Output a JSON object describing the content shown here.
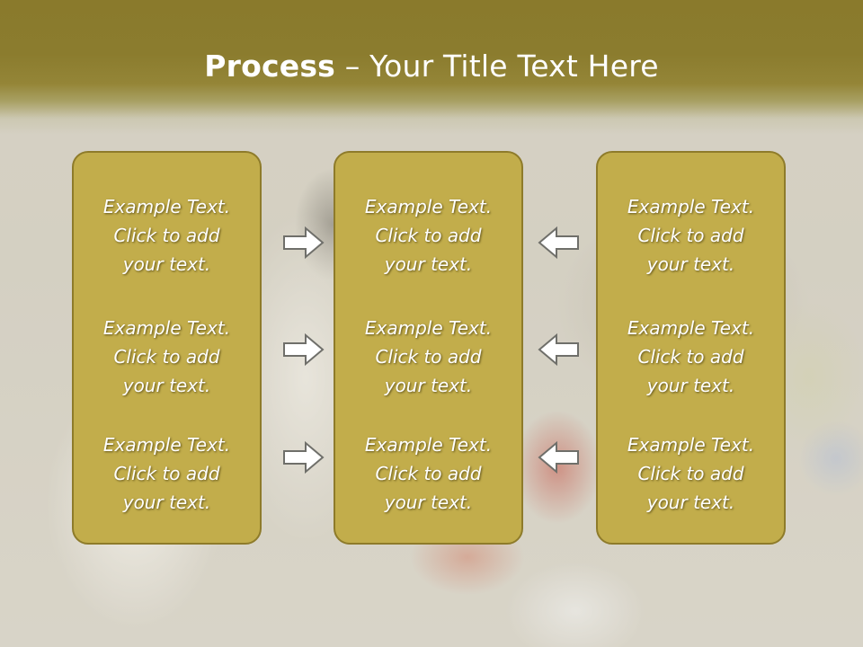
{
  "slide": {
    "title_bold": "Process",
    "title_rest": " – Your Title Text Here"
  },
  "columns": [
    {
      "items": [
        {
          "line1": "Example Text.",
          "line2": "Click  to add",
          "line3": "your text."
        },
        {
          "line1": "Example Text.",
          "line2": "Click  to add",
          "line3": "your text."
        },
        {
          "line1": "Example Text.",
          "line2": "Click  to add",
          "line3": "your text."
        }
      ]
    },
    {
      "items": [
        {
          "line1": "Example Text.",
          "line2": "Click  to add",
          "line3": "your text."
        },
        {
          "line1": "Example Text.",
          "line2": "Click  to add",
          "line3": "your text."
        },
        {
          "line1": "Example Text.",
          "line2": "Click  to add",
          "line3": "your text."
        }
      ]
    },
    {
      "items": [
        {
          "line1": "Example Text.",
          "line2": "Click  to add",
          "line3": "your text."
        },
        {
          "line1": "Example Text.",
          "line2": "Click  to add",
          "line3": "your text."
        },
        {
          "line1": "Example Text.",
          "line2": "Click  to add",
          "line3": "your text."
        }
      ]
    }
  ],
  "arrows": {
    "left_group": [
      "right-arrow-icon",
      "right-arrow-icon",
      "right-arrow-icon"
    ],
    "right_group": [
      "left-arrow-icon",
      "left-arrow-icon",
      "left-arrow-icon"
    ]
  },
  "colors": {
    "title_band": "#8b7c2e",
    "box_fill": "#c2ad4b",
    "box_border": "#8e7b2a",
    "text": "#ffffff"
  }
}
